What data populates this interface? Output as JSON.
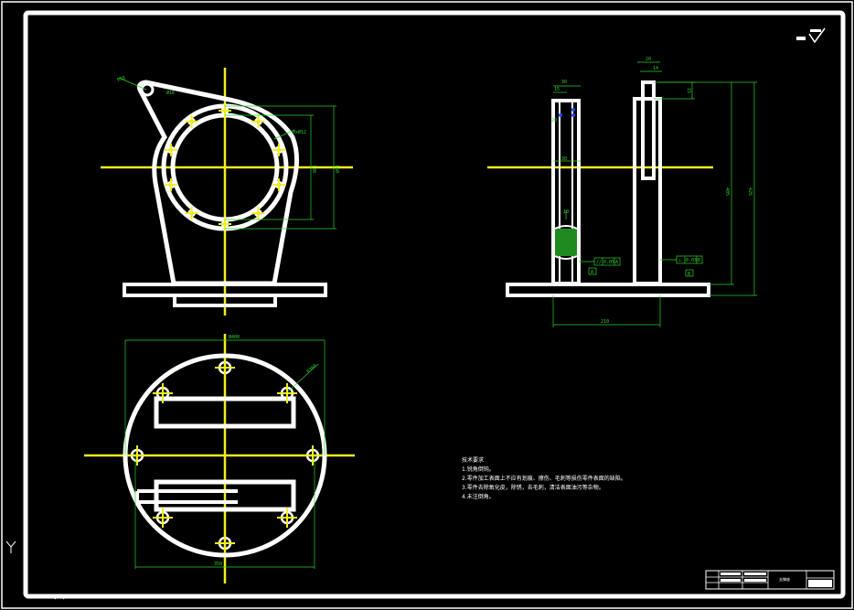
{
  "colors": {
    "background": "#000000",
    "outline": "#ffffff",
    "centerline": "#f2ee1a",
    "dimension": "#2ad12a",
    "hatch": "#1f8a1f",
    "marker": "#2050ff"
  },
  "dimensions": {
    "front_r_top": "R16",
    "front_dia_hole": "Ø16",
    "front_bolt_circle": "4xØ12",
    "front_height_inner": "138",
    "front_height_outer": "160",
    "bottom_dia": "Ø400",
    "bottom_r": "R360",
    "bottom_width": "350",
    "side_top_w": "30",
    "side_top_a": "15",
    "side_top_b": "20",
    "side_mid": "30",
    "side_small": "10",
    "side_right_top": "20",
    "side_right_top2": "14",
    "side_right_small": "15",
    "side_h1": "405",
    "side_h2": "425",
    "side_base_w": "210"
  },
  "tolerance_frames": {
    "left_value": "0.05",
    "left_datum": "A",
    "right_value": "0.03",
    "right_datum": "B",
    "datum_a": "A",
    "datum_b": "B"
  },
  "notes": {
    "heading": "技术要求",
    "items": [
      "1.锐角倒钝。",
      "2.零件加工表面上不应有划痕、擦伤、毛刺等损伤零件表面的缺陷。",
      "3.零件去除氧化皮，除锈，去毛刺，清洁表面油污等杂物。",
      "4.未注倒角。"
    ]
  },
  "title_block": {
    "part_name": "支撑座"
  },
  "icons": {
    "ucs": "ucs-icon",
    "roughness": "roughness-symbol-icon"
  }
}
